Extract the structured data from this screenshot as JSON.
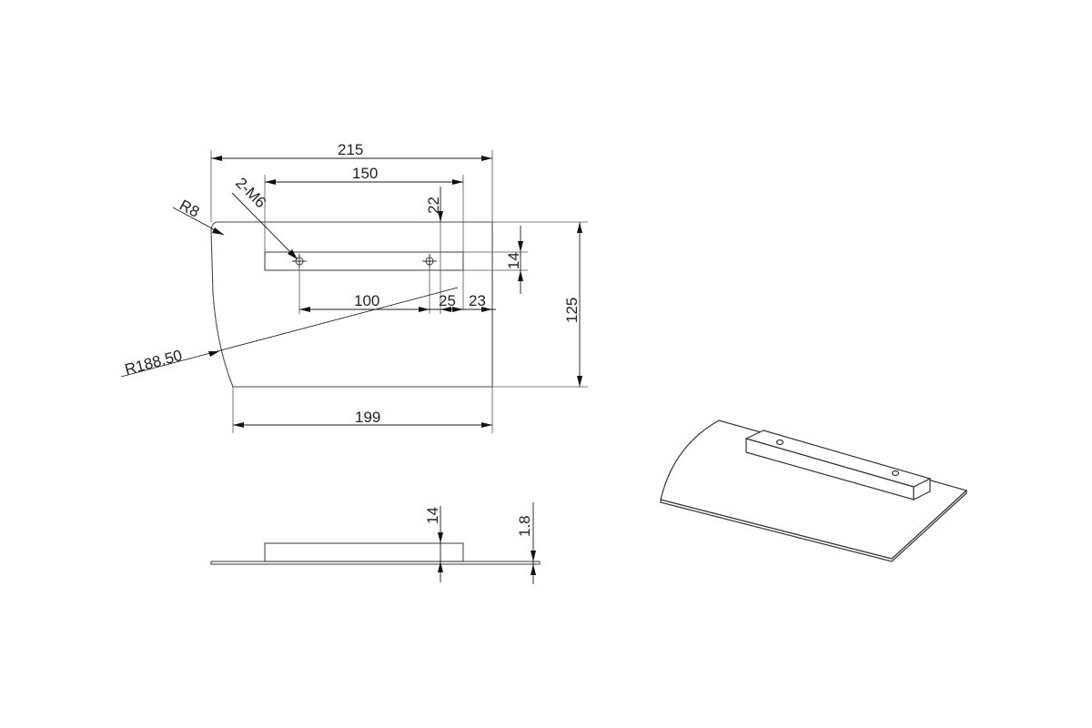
{
  "dimensions": {
    "overall_width": "215",
    "hole_span_outer": "150",
    "top_offset": "22",
    "corner_radius": "R8",
    "thread_callout": "2-M6",
    "block_height": "14",
    "hole_pitch": "100",
    "hole_to_block_end": "25",
    "block_to_edge": "23",
    "plate_height": "125",
    "arc_radius": "R188.50",
    "bottom_width": "199",
    "side_block_height": "14",
    "plate_thickness": "1.8"
  }
}
